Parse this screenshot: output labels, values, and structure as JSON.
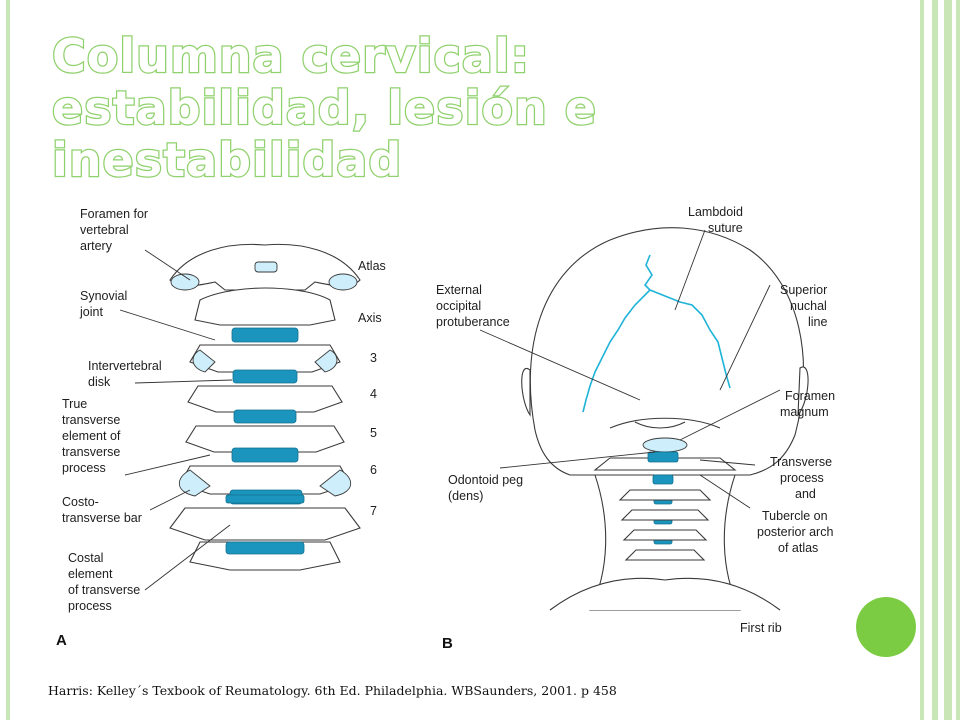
{
  "title": {
    "line1": "Columna cervical:",
    "line2": "estabilidad, lesión e inestabilidad"
  },
  "diagram_a": {
    "panel_label": "A",
    "labels": {
      "foramen": [
        "Foramen for",
        "vertebral",
        "artery"
      ],
      "synovial": [
        "Synovial",
        "joint"
      ],
      "intervertebral": [
        "Intervertebral",
        "disk"
      ],
      "true_transverse": [
        "True",
        "transverse",
        "element of",
        "transverse",
        "process"
      ],
      "costo": [
        "Costo-",
        "transverse bar"
      ],
      "costal": [
        "Costal",
        "element",
        "of transverse",
        "process"
      ],
      "atlas": "Atlas",
      "axis": "Axis",
      "levels": [
        "3",
        "4",
        "5",
        "6",
        "7"
      ]
    }
  },
  "diagram_b": {
    "panel_label": "B",
    "labels": {
      "lambdoid": [
        "Lambdoid",
        "suture"
      ],
      "external": [
        "External",
        "occipital",
        "protuberance"
      ],
      "superior": [
        "Superior",
        "nuchal",
        "line"
      ],
      "foramen_magnum": [
        "Foramen",
        "magnum"
      ],
      "odontoid": [
        "Odontoid peg",
        "(dens)"
      ],
      "transverse": [
        "Transverse",
        "process",
        "and",
        "Tubercle on",
        "posterior arch",
        "of atlas"
      ],
      "first_rib": "First rib"
    }
  },
  "citation": "Harris: Kelley´s Texbook of Reumatology. 6th Ed. Philadelphia. WBSaunders, 2001. p 458",
  "colors": {
    "title_outline": "#8fd16c",
    "border_green": "#c9e6b6",
    "accent_dot": "#7ccc43",
    "anatomy_blue": "#1b95bd",
    "anatomy_light_blue": "#cdeefa"
  }
}
